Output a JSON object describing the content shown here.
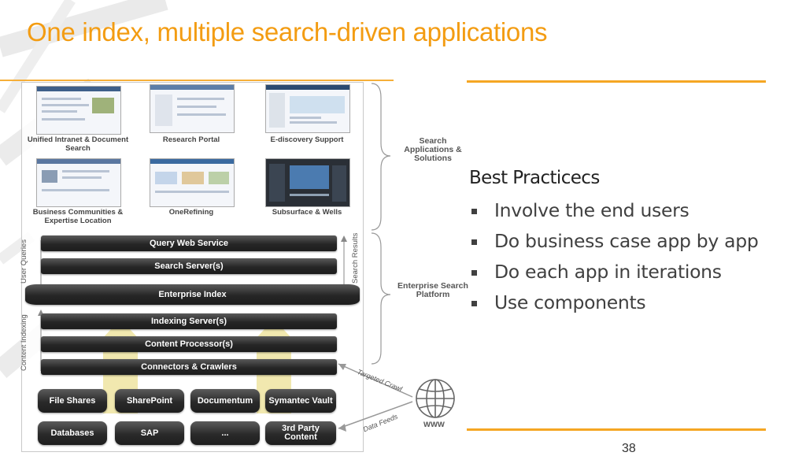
{
  "slide": {
    "title": "One index, multiple search-driven applications",
    "page_number": "38"
  },
  "applications": [
    {
      "caption": "Unified Intranet & Document Search"
    },
    {
      "caption": "Research Portal"
    },
    {
      "caption": "E-discovery Support"
    },
    {
      "caption": "Business Communities & Expertise Location"
    },
    {
      "caption": "OneRefining"
    },
    {
      "caption": "Subsurface & Wells"
    }
  ],
  "brackets": {
    "solutions": "Search Applications & Solutions",
    "platform": "Enterprise Search Platform"
  },
  "platform_layers": {
    "query_web_service": "Query Web Service",
    "search_servers": "Search Server(s)",
    "enterprise_index": "Enterprise Index",
    "indexing_servers": "Indexing Server(s)",
    "content_processors": "Content Processor(s)",
    "connectors": "Connectors & Crawlers"
  },
  "side_labels": {
    "user_queries": "User Queries",
    "search_results": "Search Results",
    "content_indexing": "Content Indexing"
  },
  "sources": {
    "row1": [
      "File Shares",
      "SharePoint",
      "Documentum",
      "Symantec Vault"
    ],
    "row2": [
      "Databases",
      "SAP",
      "...",
      "3rd Party Content"
    ]
  },
  "web": {
    "targeted_crawl": "Targeted Crawl",
    "data_feeds": "Data Feeds",
    "www": "WWW"
  },
  "best_practices": {
    "heading": "Best Practicecs",
    "items": [
      "Involve the end users",
      "Do business case app by app",
      "Do each app in iterations",
      "Use components"
    ]
  },
  "colors": {
    "accent": "#f39c12",
    "rule": "#f5a623",
    "layer": "#262626"
  }
}
